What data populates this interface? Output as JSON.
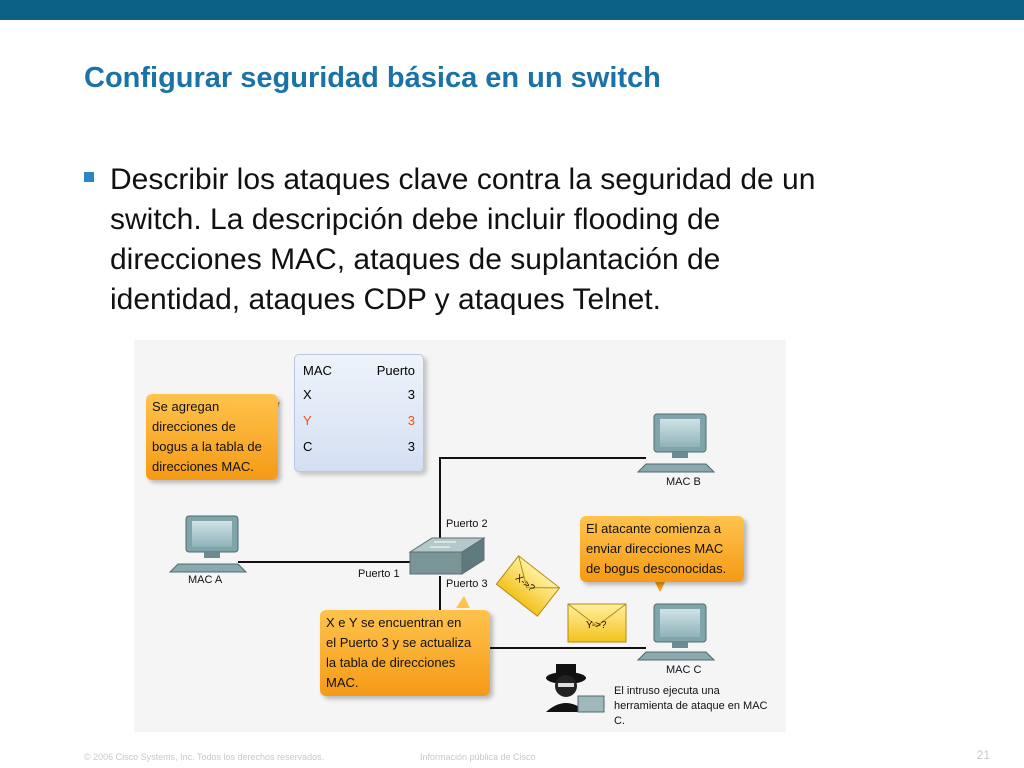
{
  "header": {
    "title": "Configurar seguridad básica en un switch"
  },
  "bullet": {
    "lines": [
      "Describir los ataques clave contra la seguridad de un",
      "switch. La descripción debe incluir flooding de",
      "direcciones MAC, ataques de suplantación de",
      "identidad, ataques CDP y ataques Telnet."
    ]
  },
  "diagram": {
    "mac_table": {
      "headers": [
        "MAC",
        "Puerto"
      ],
      "rows": [
        {
          "mac": "X",
          "port": "3"
        },
        {
          "mac": "Y",
          "port": "3"
        },
        {
          "mac": "C",
          "port": "3"
        }
      ],
      "highlight_color": "#e8541c"
    },
    "callout_bogus": [
      "Se agregan",
      "direcciones de",
      "bogus a la tabla de",
      "direcciones MAC."
    ],
    "callout_attacker": [
      "El atacante comienza a",
      "enviar direcciones MAC",
      "de bogus desconocidas."
    ],
    "callout_port3": [
      "X e Y se encuentran en",
      "el Puerto 3 y se actualiza",
      "la tabla de direcciones",
      "MAC."
    ],
    "hosts": {
      "mac_a": "MAC A",
      "mac_b": "MAC B",
      "mac_c": "MAC C"
    },
    "ports": {
      "p1": "Puerto 1",
      "p2": "Puerto 2",
      "p3": "Puerto 3"
    },
    "envelopes": {
      "env1": "X->?",
      "env2": "Y->?"
    },
    "intruder_text": [
      "El intruso ejecuta una",
      "herramienta de ataque en MAC",
      "C."
    ]
  },
  "footer": {
    "copyright": "© 2006 Cisco Systems, Inc. Todos los derechos reservados.",
    "info": "Información pública de Cisco",
    "page": "21"
  },
  "colors": {
    "topbar": "#0b6186",
    "title": "#1b72a6",
    "callout": "#f7a21b",
    "bullet": "#2a86c5"
  }
}
